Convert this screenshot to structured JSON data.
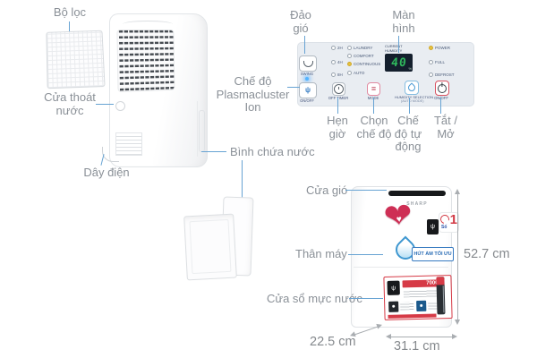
{
  "colors": {
    "leader_line": "#67a3d3",
    "label_text": "#8a9097",
    "panel_bg": "#e9edf2",
    "accent_red": "#d63a46",
    "accent_blue": "#3579c0",
    "display_green": "#2fb75c",
    "indicator_yellow": "#e7c23c"
  },
  "parts": {
    "filter": "Bộ lọc",
    "drain": "Cửa thoát nước",
    "cord": "Dây điện",
    "tank": "Bình chứa nước",
    "swing": "Đảo gió",
    "screen": "Màn hình",
    "plasma": "Chế độ Plasmacluster Ion",
    "timer": "Hẹn giờ",
    "mode": "Chọn chế độ",
    "auto": "Chế độ tự động",
    "power": "Tắt / Mở",
    "vent": "Cửa gió",
    "body": "Thân máy",
    "window": "Cửa sổ mực nước"
  },
  "panel": {
    "swing_label": "SWING",
    "plasma_label": "ON/OFF",
    "timer_label": "OFF TIMER",
    "mode_label": "MODE",
    "humidity_label": "HUMIDITY SELECTION",
    "humidity_sub": "(AUTO MODE)",
    "power_label": "ON/OFF",
    "timer_options": [
      "2H",
      "4H",
      "8H"
    ],
    "mode_options": [
      "LAUNDRY",
      "COMFORT",
      "CONTINUOUS",
      "AUTO"
    ],
    "status_options": [
      "POWER",
      "FULL",
      "DEFROST"
    ],
    "display_label": "CURRENT HUMIDITY",
    "display_value": "40",
    "display_unit": "%"
  },
  "front": {
    "brand": "SHARP",
    "badge_text": "Số",
    "badge_number": "1",
    "drop_box": "HÚT ẨM TỐI ƯU",
    "sticker_number": "7000"
  },
  "dimensions": {
    "height": "52.7 cm",
    "depth": "22.5 cm",
    "width": "31.1 cm"
  },
  "icons": {
    "plasma_glyph": "ψ",
    "mode_glyph": "≡",
    "heart_glyph": "❤",
    "heart_inner": "♥"
  }
}
